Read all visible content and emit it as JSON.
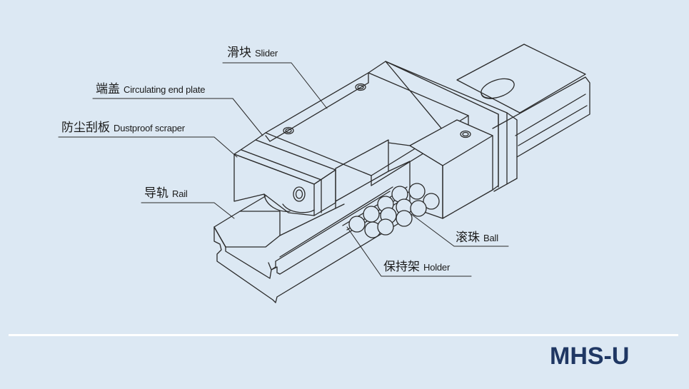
{
  "labels": {
    "slider": {
      "zh": "滑块",
      "en": "Slider"
    },
    "endplate": {
      "zh": "端盖",
      "en": "Circulating end plate"
    },
    "scraper": {
      "zh": "防尘刮板",
      "en": "Dustproof scraper"
    },
    "rail": {
      "zh": "导轨",
      "en": "Rail"
    },
    "ball": {
      "zh": "滚珠",
      "en": "Ball"
    },
    "holder": {
      "zh": "保持架",
      "en": "Holder"
    }
  },
  "model": "MHS-U",
  "colors": {
    "background": "#dce8f3",
    "line": "#2a2a2a",
    "model_text": "#1f3763",
    "divider": "#ffffff"
  }
}
